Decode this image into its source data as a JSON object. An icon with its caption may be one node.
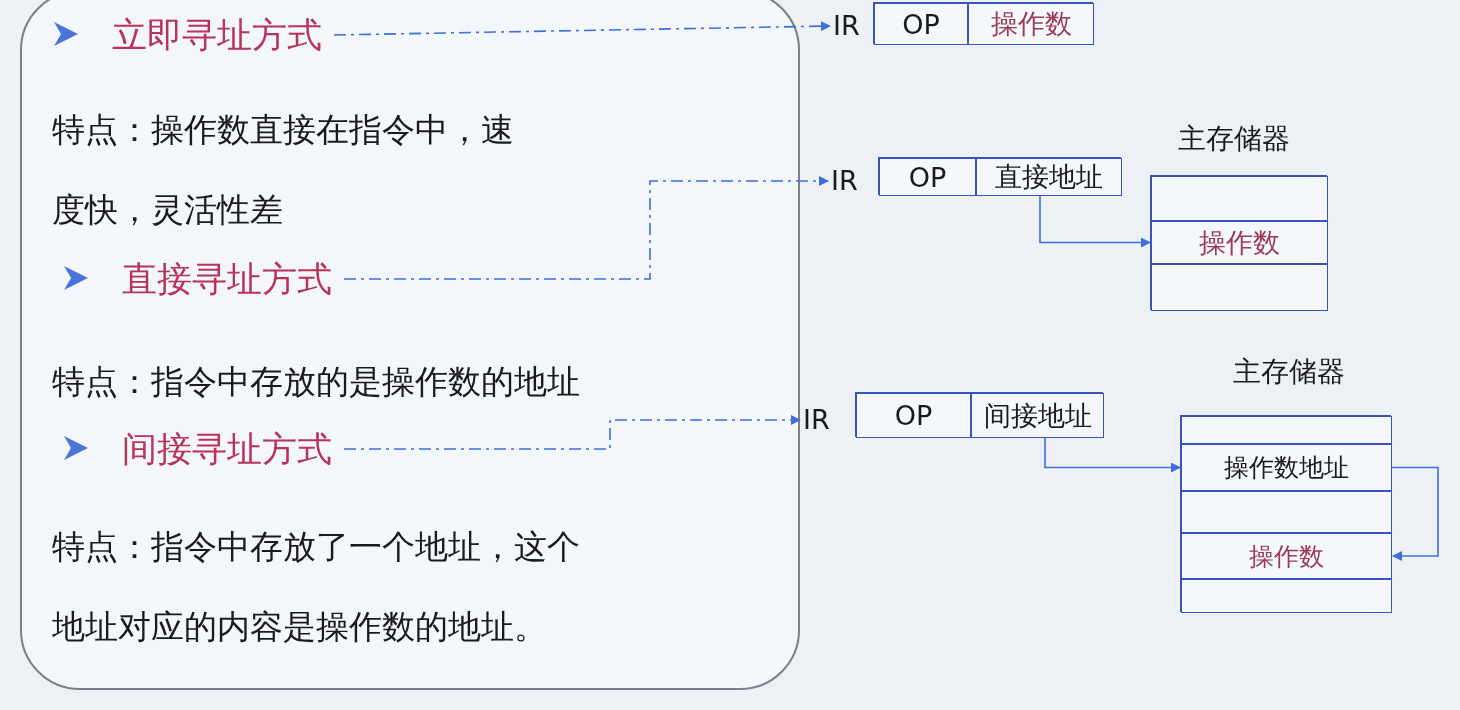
{
  "diagram": {
    "nodes": [
      {
        "text": [],
        "shape": "box"
      },
      {
        "text": [
          "立即寻址方式"
        ],
        "in": 0
      },
      {
        "text": [
          "特点：操作数直接在指令中，速度快，灵活性差"
        ],
        "in": 0
      },
      {
        "text": [
          "直接寻址方式"
        ],
        "in": 0
      },
      {
        "text": [
          "特点：指令中存放的是操作数的地址"
        ],
        "in": 0
      },
      {
        "text": [
          "间接寻址方式"
        ],
        "in": 0
      },
      {
        "text": [
          "特点：指令中存放了一个地址，这个地址对应的内容是操作数的地址。"
        ],
        "in": 0
      },
      {
        "text": [
          "IR"
        ]
      },
      {
        "text": [],
        "shape": "box"
      },
      {
        "text": [
          "OP"
        ],
        "in": 8
      },
      {
        "text": [
          "操作数"
        ],
        "in": 8
      },
      {
        "text": [
          "IR"
        ]
      },
      {
        "text": [],
        "shape": "box"
      },
      {
        "text": [
          "OP"
        ],
        "in": 12
      },
      {
        "text": [
          "直接地址"
        ],
        "in": 12
      },
      {
        "text": [],
        "shape": "box",
        "beside": [
          "主存储器"
        ]
      },
      {
        "text": [],
        "shape": "box",
        "in": 15
      },
      {
        "text": [
          "操作数"
        ],
        "in": 15
      },
      {
        "text": [],
        "shape": "box",
        "in": 15
      },
      {
        "text": [
          "IR"
        ]
      },
      {
        "text": [],
        "shape": "box"
      },
      {
        "text": [
          "OP"
        ],
        "in": 20
      },
      {
        "text": [
          "间接地址"
        ],
        "in": 20
      },
      {
        "text": [],
        "shape": "box",
        "beside": [
          "主存储器"
        ]
      },
      {
        "text": [],
        "shape": "box",
        "in": 23
      },
      {
        "text": [
          "操作数地址"
        ],
        "in": 23
      },
      {
        "text": [],
        "shape": "box",
        "in": 23
      },
      {
        "text": [
          "操作数"
        ],
        "in": 23
      },
      {
        "text": [],
        "shape": "box",
        "in": 23
      }
    ],
    "edges": [
      {
        "from": 1,
        "to": 7,
        "arrow": "to",
        "style": "dashed"
      },
      {
        "from": 3,
        "to": 11,
        "arrow": "to",
        "style": "dashed"
      },
      {
        "from": 5,
        "to": 19,
        "arrow": "to",
        "style": "dashed"
      },
      {
        "from": 14,
        "to": 17,
        "arrow": "to"
      },
      {
        "from": 22,
        "to": 25,
        "arrow": "to"
      },
      {
        "from": 25,
        "to": 27,
        "arrow": "to"
      }
    ]
  }
}
